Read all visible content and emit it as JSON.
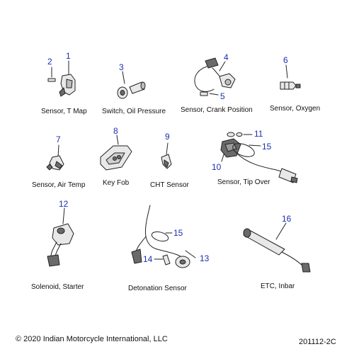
{
  "callouts": {
    "c1": "1",
    "c2": "2",
    "c3": "3",
    "c4": "4",
    "c5": "5",
    "c6": "6",
    "c7": "7",
    "c8": "8",
    "c9": "9",
    "c10": "10",
    "c11": "11",
    "c12": "12",
    "c13": "13",
    "c14": "14",
    "c15a": "15",
    "c15b": "15",
    "c16": "16"
  },
  "captions": {
    "t_map": "Sensor, T Map",
    "oil_pressure": "Switch, Oil Pressure",
    "crank_position": "Sensor, Crank Position",
    "oxygen": "Sensor, Oxygen",
    "air_temp": "Sensor, Air Temp",
    "key_fob": "Key Fob",
    "cht": "CHT Sensor",
    "tip_over": "Sensor, Tip Over",
    "starter": "Solenoid, Starter",
    "detonation": "Detonation Sensor",
    "etc": "ETC, Inbar"
  },
  "footer": {
    "copyright": "© 2020 Indian Motorcycle International, LLC",
    "drawing_id": "201112-2C"
  },
  "colors": {
    "callout": "#1a2fb0",
    "line": "#222222",
    "part_fill": "#e8e8e8",
    "part_dark": "#6a6a6a"
  }
}
